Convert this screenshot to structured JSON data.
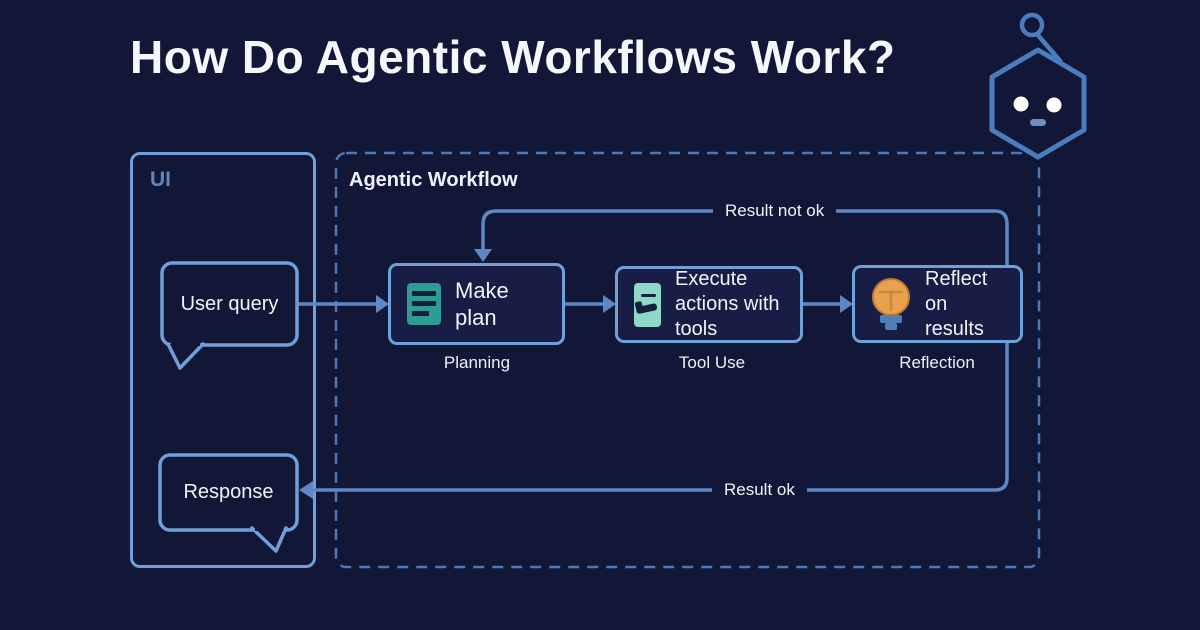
{
  "title": "How Do Agentic Workflows Work?",
  "colors": {
    "background": "#121637",
    "box_fill": "#171d45",
    "box_border": "#6fa0d8",
    "arrow": "#5d88c4",
    "dashed_border": "#4f77b5",
    "text_primary": "#f2f4f8",
    "ui_label_blue": "#5f86bd",
    "icon_teal": "#2e9c92",
    "icon_mint": "#8ed8c8",
    "icon_orange": "#e8a24f",
    "bulb_base_blue": "#4e7fb5"
  },
  "ui_panel": {
    "label": "UI",
    "user_query": "User query",
    "response": "Response"
  },
  "workflow": {
    "label": "Agentic Workflow",
    "steps": [
      {
        "box": "Make plan",
        "caption": "Planning",
        "icon": "plan-list-icon"
      },
      {
        "box": "Execute actions with tools",
        "caption": "Tool Use",
        "icon": "wrench-tool-icon"
      },
      {
        "box": "Reflect on results",
        "caption": "Reflection",
        "icon": "lightbulb-icon"
      }
    ],
    "feedback_label": "Result not ok",
    "success_label": "Result ok"
  },
  "icons": {
    "robot": "robot-head-icon"
  }
}
